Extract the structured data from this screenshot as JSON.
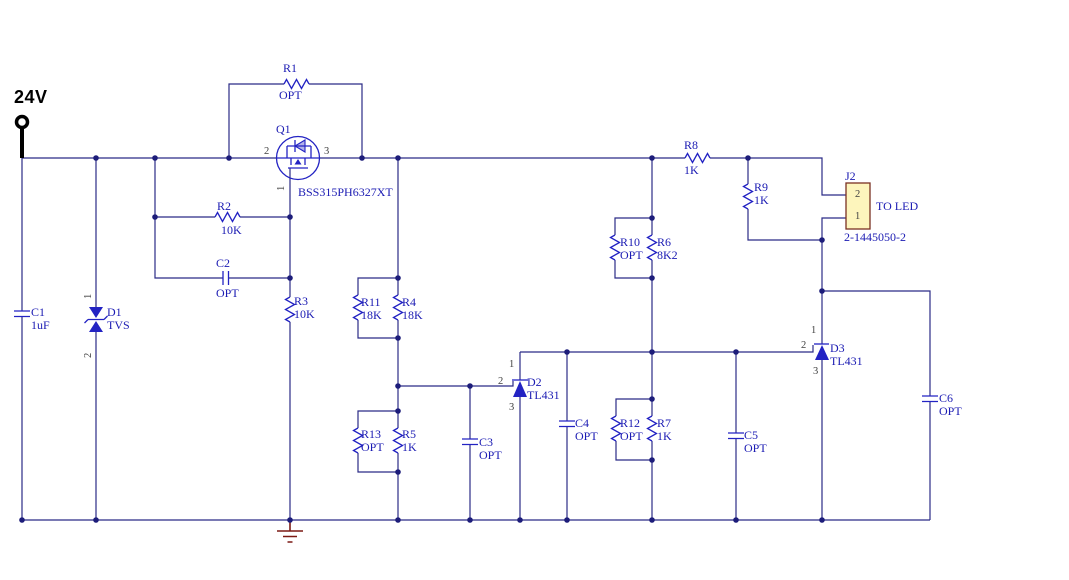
{
  "power_label": "24V",
  "colors": {
    "wire": "#2b2b87",
    "symbol": "#2323c3",
    "text": "#1b1bb3",
    "dot": "#1d1d7a",
    "pin_text": "#404040",
    "ground": "#7c1a15",
    "connector_fill": "#fdf5bc",
    "connector_stroke": "#7a3122",
    "power_text": "#000000"
  },
  "components": {
    "r1": {
      "ref": "R1",
      "value": "OPT"
    },
    "r2": {
      "ref": "R2",
      "value": "10K"
    },
    "r3": {
      "ref": "R3",
      "value": "10K"
    },
    "r4": {
      "ref": "R4",
      "value": "18K"
    },
    "r5": {
      "ref": "R5",
      "value": "1K"
    },
    "r6": {
      "ref": "R6",
      "value": "8K2"
    },
    "r7": {
      "ref": "R7",
      "value": "1K"
    },
    "r8": {
      "ref": "R8",
      "value": "1K"
    },
    "r9": {
      "ref": "R9",
      "value": "1K"
    },
    "r10": {
      "ref": "R10",
      "value": "OPT"
    },
    "r11": {
      "ref": "R11",
      "value": "18K"
    },
    "r12": {
      "ref": "R12",
      "value": "OPT"
    },
    "r13": {
      "ref": "R13",
      "value": "OPT"
    },
    "c1": {
      "ref": "C1",
      "value": "1uF"
    },
    "c2": {
      "ref": "C2",
      "value": "OPT"
    },
    "c3": {
      "ref": "C3",
      "value": "OPT"
    },
    "c4": {
      "ref": "C4",
      "value": "OPT"
    },
    "c5": {
      "ref": "C5",
      "value": "OPT"
    },
    "c6": {
      "ref": "C6",
      "value": "OPT"
    },
    "d1": {
      "ref": "D1",
      "value": "TVS",
      "pin1": "1",
      "pin2": "2"
    },
    "d2": {
      "ref": "D2",
      "value": "TL431",
      "pin1": "1",
      "pin2": "2",
      "pin3": "3"
    },
    "d3": {
      "ref": "D3",
      "value": "TL431",
      "pin1": "1",
      "pin2": "2",
      "pin3": "3"
    },
    "q1": {
      "ref": "Q1",
      "value": "BSS315PH6327XT",
      "pin1": "1",
      "pin2": "2",
      "pin3": "3"
    },
    "j2": {
      "ref": "J2",
      "part": "2-1445050-2",
      "note": "TO LED",
      "pin_top": "2",
      "pin_bottom": "1"
    }
  }
}
